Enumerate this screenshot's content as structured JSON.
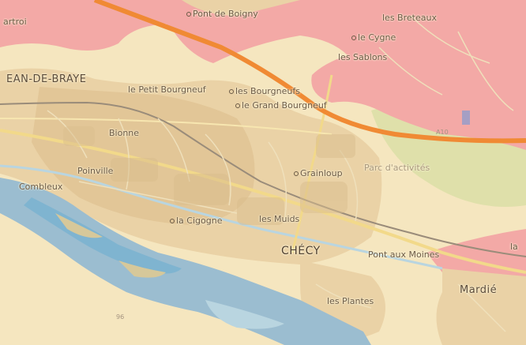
{
  "map": {
    "colors": {
      "background": "#f5e6bf",
      "urban": "#e9d3a8",
      "urban_dense": "#dfc598",
      "industrial": "#f3a6a6",
      "water": "#9bbdd0",
      "water_light": "#b9d5e0",
      "forest": "#d6dca6",
      "motorway": "#f08a34",
      "railway": "#9a8c7a",
      "main_road": "#f2d98a"
    },
    "labels": {
      "partroi": "artroi",
      "pont_de_boigny": "Pont de Boigny",
      "les_breteaux": "les Breteaux",
      "le_cygne": "le Cygne",
      "les_sablons": "les Sablons",
      "saint_jean_de_braye": "EAN-DE-BRAYE",
      "le_petit_bourgneuf": "le Petit Bourgneuf",
      "les_bourgneufs": "les Bourgneufs",
      "le_grand_bourgneuf": "le Grand Bourgneuf",
      "bionne": "Bionne",
      "poinville": "Poinville",
      "combleux": "Combleux",
      "grainloup": "Grainloup",
      "parc_activites": "Parc d'activités",
      "la_cigogne": "la Cigogne",
      "les_muids": "les Muids",
      "checy": "CHÉCY",
      "pont_aux_moines": "Pont aux Moines",
      "la_edge": "la",
      "les_plantes": "les Plantes",
      "mardie": "Mardié",
      "road_a10": "A10",
      "road_96": "96"
    }
  }
}
